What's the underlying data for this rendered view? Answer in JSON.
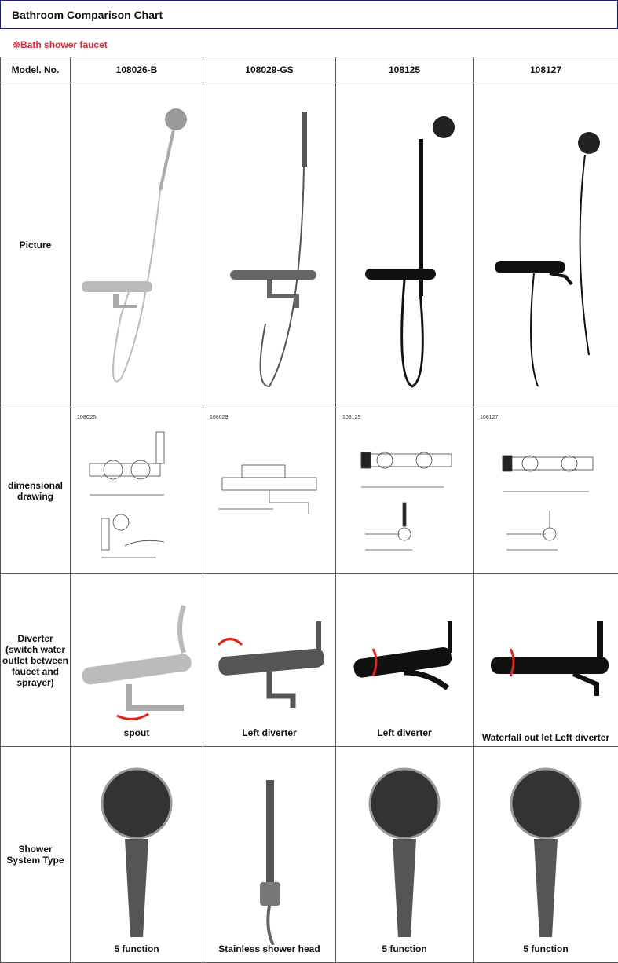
{
  "title": "Bathroom Comparison Chart",
  "subtitle": "※Bath shower faucet",
  "colors": {
    "title_border": "#1c1f6e",
    "subtitle": "#e8283a",
    "diverter_arrow": "#e0241b"
  },
  "header": {
    "label": "Model. No.",
    "models": [
      "108026-B",
      "108029-GS",
      "108125",
      "108127"
    ]
  },
  "rows": {
    "picture": {
      "label": "Picture"
    },
    "drawing": {
      "label": "dimensional drawing",
      "tags": [
        "108C25",
        "108029",
        "108125",
        "108127"
      ]
    },
    "diverter": {
      "label": "Diverter (switch water outlet between faucet and sprayer)",
      "values": [
        "spout",
        "Left diverter",
        "Left diverter",
        "Waterfall out let Left diverter"
      ]
    },
    "shower": {
      "label": "Shower System Type",
      "values": [
        "5 function",
        "Stainless shower head",
        "5 function",
        "5 function"
      ]
    }
  }
}
